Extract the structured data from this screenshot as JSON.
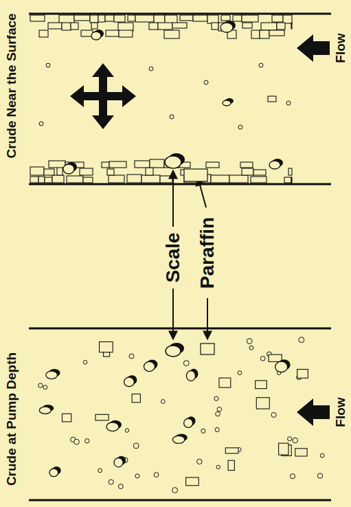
{
  "diagram": {
    "labels": [
      "Crude Near the Surface",
      "Scale",
      "Paraffin",
      "Crude at Pump Depth",
      "Flow",
      "Flow"
    ]
  }
}
